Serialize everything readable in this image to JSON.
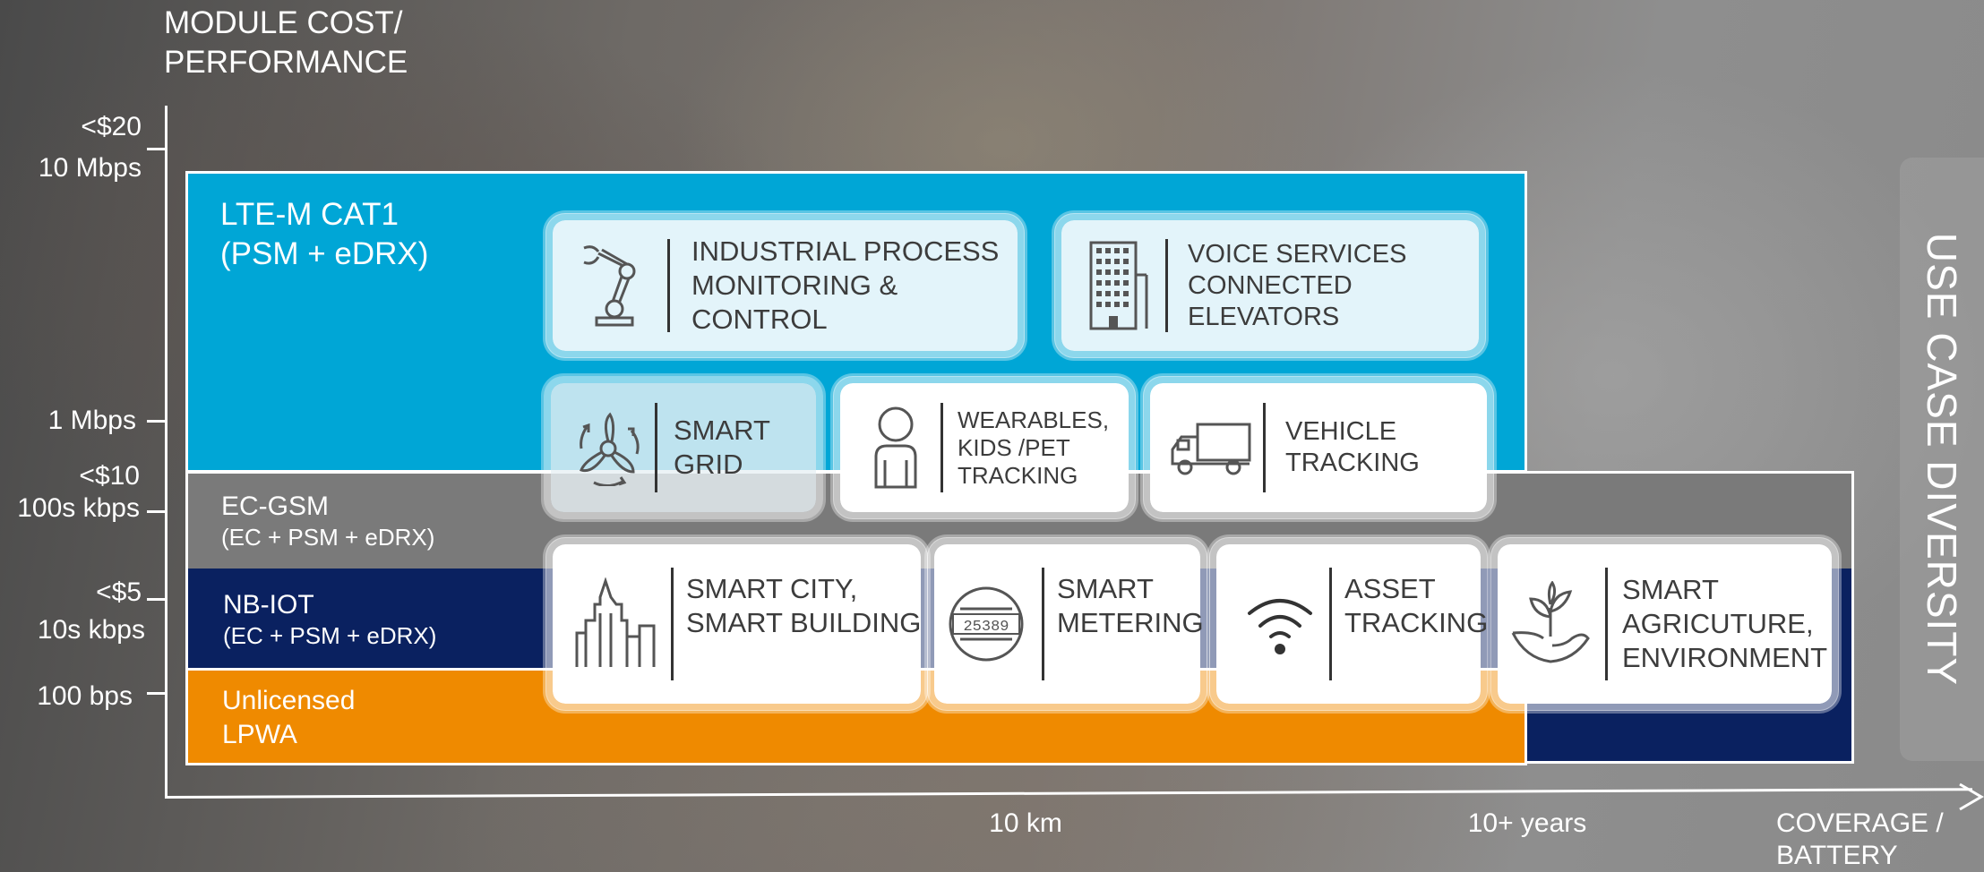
{
  "y_axis": {
    "title_line1": "MODULE COST/",
    "title_line2": "PERFORMANCE",
    "ticks": [
      "<$20",
      "10 Mbps",
      "1 Mbps",
      "<$10",
      "100s kbps",
      "<$5",
      "10s kbps",
      "100 bps"
    ]
  },
  "x_axis": {
    "ticks": [
      "10 km",
      "10+ years"
    ],
    "title_line1": "COVERAGE /",
    "title_line2": "BATTERY"
  },
  "bands": {
    "ltem": {
      "title_line1": "LTE-M CAT1",
      "title_line2": "(PSM + eDRX)",
      "color": "#00a6d6"
    },
    "ecgsm": {
      "title": "EC-GSM",
      "subtitle": "(EC + PSM + eDRX)",
      "color": "#7a7a7a"
    },
    "nbiot": {
      "title": "NB-IOT",
      "subtitle": "(EC + PSM + eDRX)",
      "color": "#0a2160"
    },
    "lpwa": {
      "title_line1": "Unlicensed",
      "title_line2": "LPWA",
      "color": "#ef8a00"
    }
  },
  "use_cases": {
    "industrial": {
      "lines": [
        "INDUSTRIAL PROCESS",
        "MONITORING &",
        "CONTROL"
      ],
      "icon": "robot-arm-icon"
    },
    "voice": {
      "lines": [
        "VOICE SERVICES",
        "CONNECTED",
        "ELEVATORS"
      ],
      "icon": "building-icon"
    },
    "grid": {
      "lines": [
        "SMART",
        "GRID"
      ],
      "icon": "wind-turbine-icon"
    },
    "wearables": {
      "lines": [
        "WEARABLES,",
        "KIDS /PET",
        "TRACKING"
      ],
      "icon": "person-icon"
    },
    "vehicle": {
      "lines": [
        "VEHICLE",
        "TRACKING"
      ],
      "icon": "truck-icon"
    },
    "city": {
      "lines": [
        "SMART CITY,",
        "SMART BUILDING"
      ],
      "icon": "city-skyline-icon"
    },
    "metering": {
      "lines": [
        "SMART",
        "METERING"
      ],
      "icon": "meter-icon",
      "meter_digits": "25389"
    },
    "asset": {
      "lines": [
        "ASSET",
        "TRACKING"
      ],
      "icon": "wifi-icon"
    },
    "agriculture": {
      "lines": [
        "SMART",
        "AGRICUTURE,",
        "ENVIRONMENT"
      ],
      "icon": "plant-hand-icon"
    }
  },
  "side_label": "USE CASE DIVERSITY"
}
